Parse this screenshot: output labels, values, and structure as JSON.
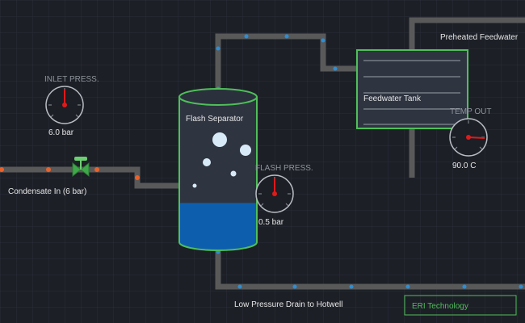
{
  "colors": {
    "background": "#1c1f26",
    "grid": "#2a2e36",
    "pipe": "#595959",
    "steam_dot": "#2a8fd8",
    "hot_dot": "#e8622c",
    "vessel_body": "#2e3440",
    "vessel_outline": "#4fbf5a",
    "water": "#0d5fae",
    "needle": "#e01a1a",
    "valve": "#3fa84a"
  },
  "labels": {
    "inlet_label": "Condensate In (6 bar)",
    "separator_label": "Flash Separator",
    "tank_label": "Feedwater Tank",
    "preheated_label": "Preheated Feedwater",
    "drain_label": "Low Pressure Drain to Hotwell",
    "brand_label": "ERI Technology"
  },
  "gauges": {
    "inlet": {
      "title": "INLET PRESS.",
      "reading": "6.0 bar"
    },
    "flash": {
      "title": "FLASH PRESS.",
      "reading": "0.5 bar"
    },
    "temp": {
      "title": "TEMP OUT",
      "reading": "90.0 C"
    }
  },
  "vessel": {
    "water_level_fraction": 0.27
  },
  "icons": {
    "valve": "gate-valve-icon",
    "gauge": "dial-gauge-icon"
  }
}
